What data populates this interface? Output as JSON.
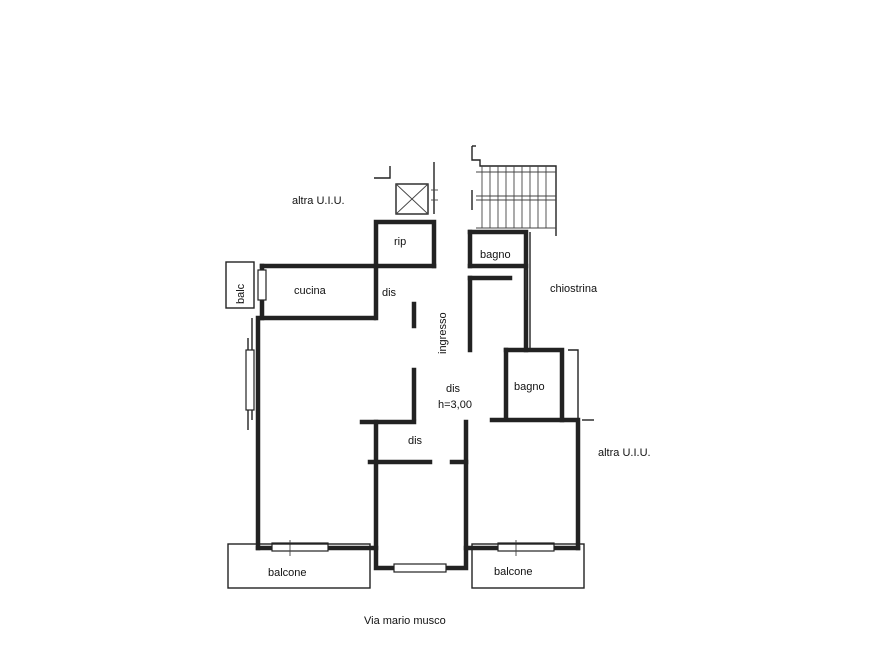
{
  "floorplan": {
    "labels": {
      "altra_uiu_top": "altra U.I.U.",
      "altra_uiu_right": "altra U.I.U.",
      "rip": "rip",
      "bagno_top": "bagno",
      "bagno_mid": "bagno",
      "chiostrina": "chiostrina",
      "balc": "balc",
      "cucina": "cucina",
      "dis_top": "dis",
      "ingresso": "ingresso",
      "dis_center": "dis",
      "height": "h=3,00",
      "dis_bottom": "dis",
      "balcone_left": "balcone",
      "balcone_right": "balcone",
      "street": "Via mario musco"
    }
  }
}
